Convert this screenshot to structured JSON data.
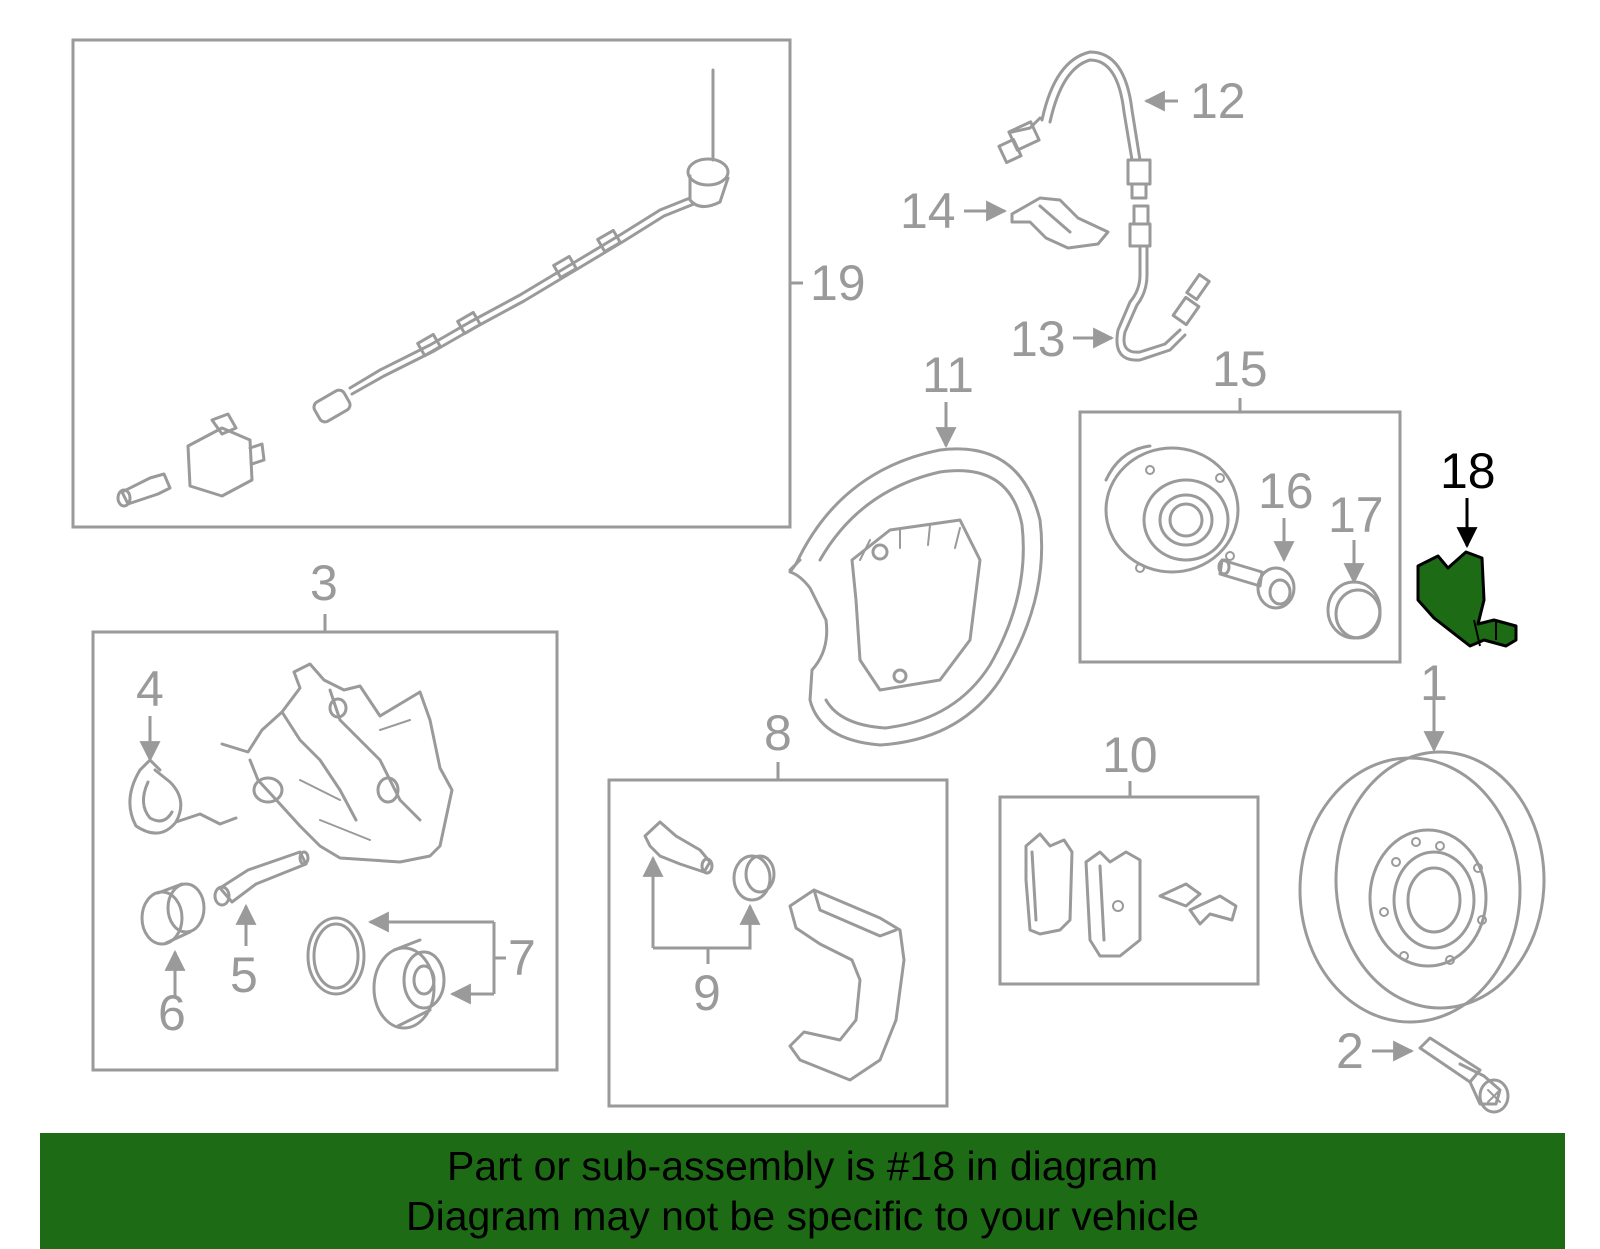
{
  "callouts": {
    "c1": "1",
    "c2": "2",
    "c3": "3",
    "c4": "4",
    "c5": "5",
    "c6": "6",
    "c7": "7",
    "c8": "8",
    "c9": "9",
    "c10": "10",
    "c11": "11",
    "c12": "12",
    "c13": "13",
    "c14": "14",
    "c15": "15",
    "c16": "16",
    "c17": "17",
    "c18": "18",
    "c19": "19"
  },
  "highlight": {
    "part_number": "18",
    "color": "#1e6b16"
  },
  "banner": {
    "line1": "Part or sub-assembly is #18 in diagram",
    "line2": "Diagram may not be specific to your vehicle",
    "background": "#1e6b16"
  }
}
